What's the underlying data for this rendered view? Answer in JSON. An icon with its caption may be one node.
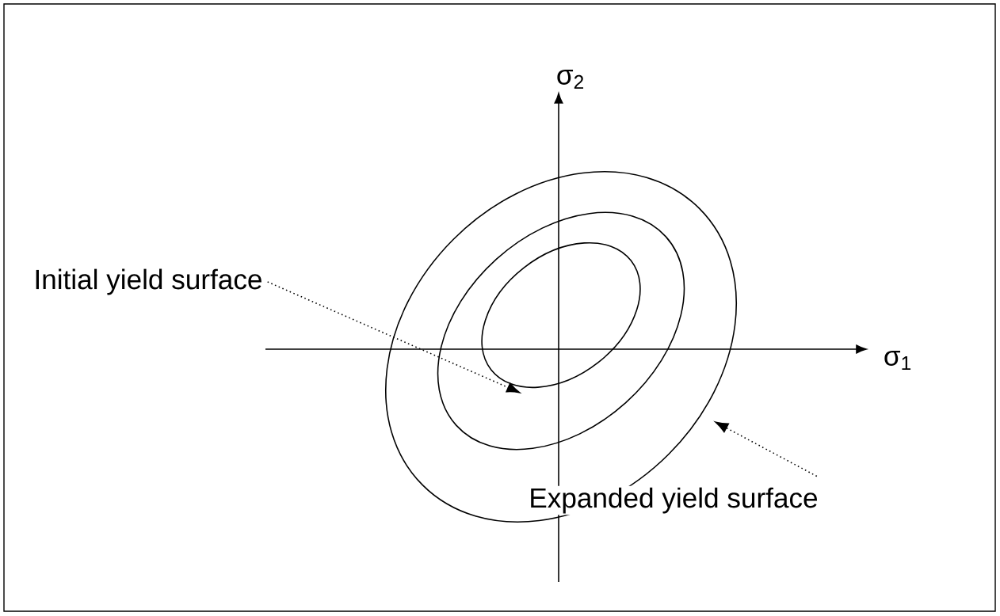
{
  "diagram": {
    "nodes": [
      {
        "text": [
          "Initial yield surface"
        ]
      },
      {
        "text": [],
        "shape": "ellipse",
        "in": 2
      },
      {
        "text": [],
        "shape": "ellipse",
        "in": 3
      },
      {
        "text": [],
        "shape": "ellipse"
      },
      {
        "text": [
          "Expanded yield surface"
        ]
      }
    ],
    "edges": [
      {
        "from": 0,
        "to": 1,
        "arrow": "to",
        "style": "dashed"
      },
      {
        "from": 4,
        "to": 3,
        "arrow": "to",
        "style": "dashed"
      }
    ],
    "labels": [
      "σ$_{2}$",
      "σ$_{1}$"
    ]
  }
}
